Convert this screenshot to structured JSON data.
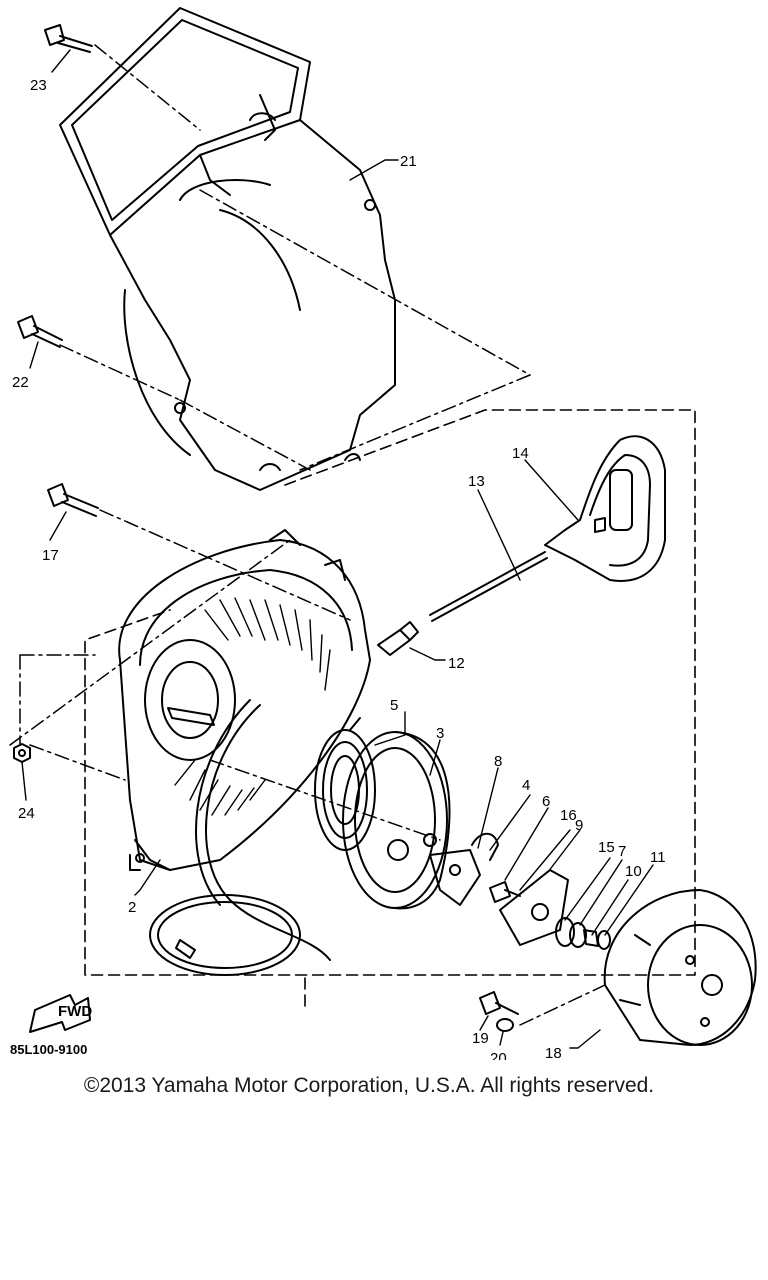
{
  "diagram": {
    "labels": {
      "p2": "2",
      "p3": "3",
      "p4": "4",
      "p5": "5",
      "p6": "6",
      "p7": "7",
      "p8": "8",
      "p9": "9",
      "p10": "10",
      "p11": "11",
      "p12": "12",
      "p13": "13",
      "p14": "14",
      "p15": "15",
      "p16": "16",
      "p17": "17",
      "p18": "18",
      "p19": "19",
      "p20": "20",
      "p21": "21",
      "p22": "22",
      "p23": "23",
      "p24": "24"
    },
    "arrow_text": "FWD"
  },
  "footer": {
    "ref_code": "85L100-9100",
    "copyright": "©2013 Yamaha Motor Corporation, U.S.A. All rights reserved."
  }
}
